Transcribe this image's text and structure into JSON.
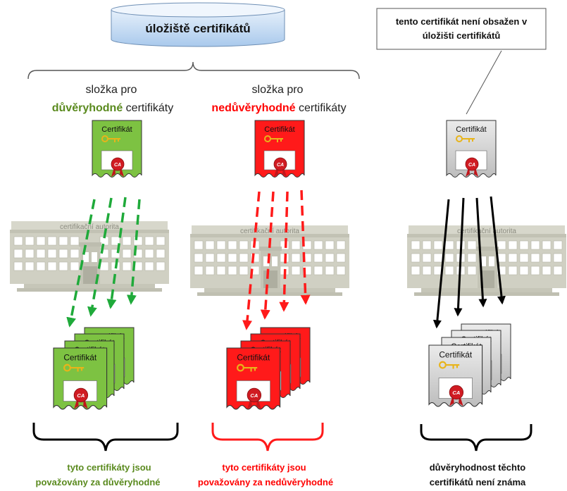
{
  "storage": {
    "title": "úložiště certifikátů"
  },
  "note": {
    "line1": "tento certifikát není obsažen v",
    "line2": "úložišti certifikátů"
  },
  "folders": {
    "trusted": {
      "line1": "složka pro",
      "highlight": "důvěryhodné",
      "rest": " certifikáty"
    },
    "untrusted": {
      "line1": "složka pro",
      "highlight": "nedůvěryhodné",
      "rest": " certifikáty"
    }
  },
  "certificate": {
    "label": "Certifikát",
    "seal": "CA"
  },
  "authority": {
    "label": "certifikační autorita"
  },
  "results": {
    "trusted": {
      "line1": "tyto certifikáty jsou",
      "line2": "považovány za důvěryhodné"
    },
    "untrusted": {
      "line1": "tyto certifikáty jsou",
      "line2": "považovány za nedůvěryhodné"
    },
    "unknown": {
      "line1": "důvěryhodnost těchto",
      "line2": "certifikátů není známa"
    }
  },
  "colors": {
    "trusted": "#5a8a1e",
    "trusted_fill": "#7dc242",
    "untrusted": "#ff0000",
    "untrusted_fill": "#ff1a1a",
    "unknown_fill": "#c8c8c8",
    "arrow_green": "#1faa3a",
    "arrow_red": "#ff1a1a",
    "storage_fill": "#bcd8f2",
    "building": "#cfcfc0"
  }
}
